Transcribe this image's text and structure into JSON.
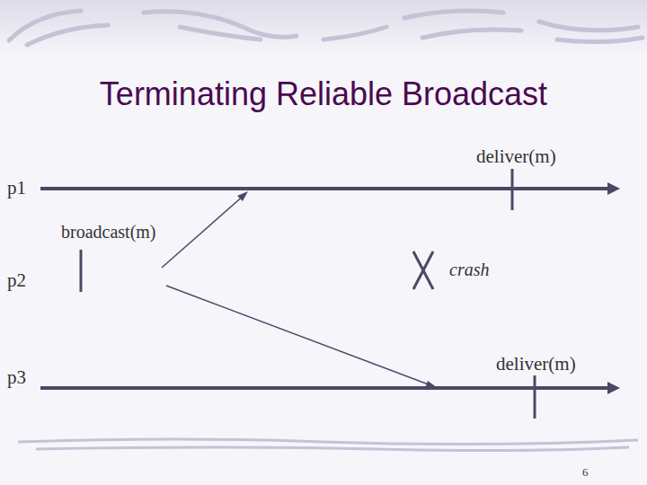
{
  "diagram": {
    "title": "Terminating Reliable Broadcast",
    "labels": [
      "deliver(m)",
      "p1",
      "broadcast(m)",
      "p2",
      "crash",
      "p3",
      "deliver(m)",
      "6"
    ]
  }
}
